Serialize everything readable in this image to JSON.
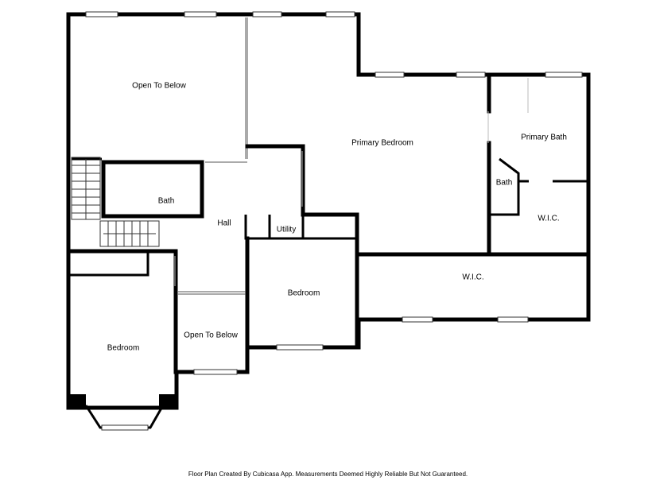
{
  "rooms": {
    "open_to_below_top": "Open To Below",
    "primary_bedroom": "Primary Bedroom",
    "primary_bath": "Primary Bath",
    "bath_small": "Bath",
    "bath_hall": "Bath",
    "hall": "Hall",
    "utility": "Utility",
    "wic_right": "W.I.C.",
    "wic_long": "W.I.C.",
    "bedroom_center": "Bedroom",
    "open_to_below_bottom": "Open To Below",
    "bedroom_left": "Bedroom"
  },
  "footer": "Floor Plan Created By Cubicasa App. Measurements Deemed Highly Reliable But Not Guaranteed."
}
